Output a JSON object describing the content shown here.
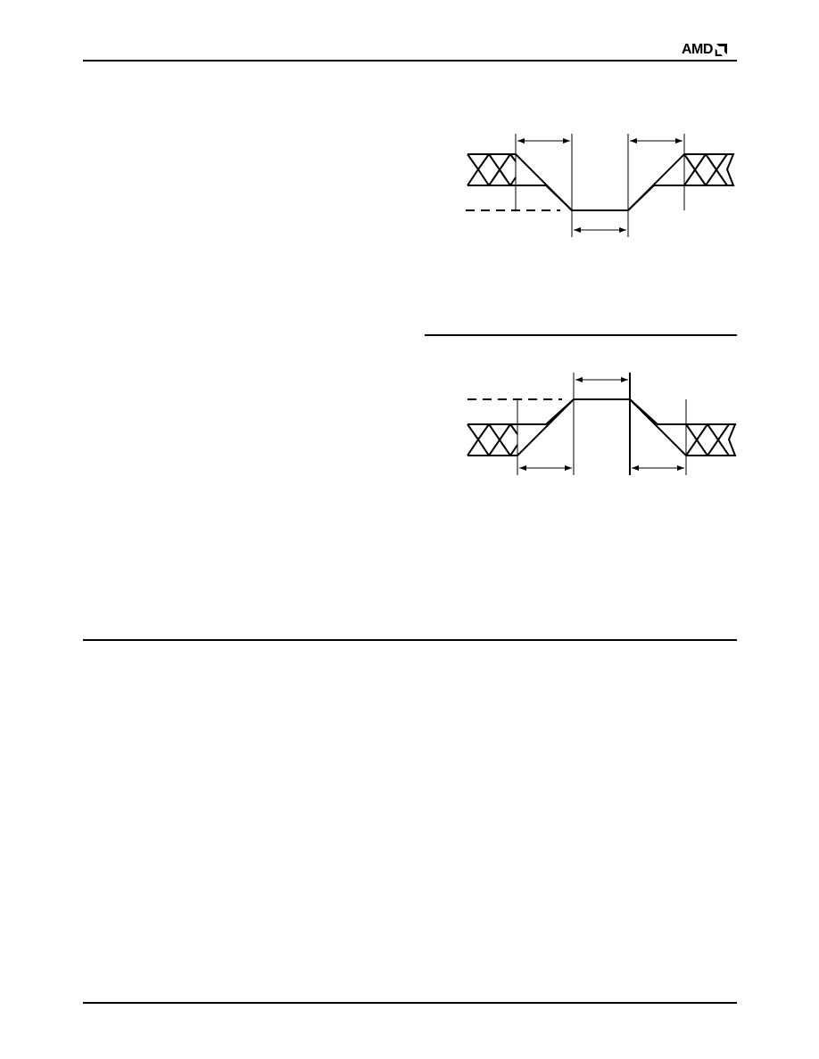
{
  "header": {
    "logo_text": "AMD",
    "logo_icon": "amd-arrow-logo-icon"
  },
  "diagrams": [
    {
      "id": "negative-pulse-waveform",
      "description_hidden": false,
      "icons": [
        "dimension-arrow-icon"
      ]
    },
    {
      "id": "positive-pulse-waveform",
      "icons": [
        "dimension-arrow-icon"
      ]
    }
  ],
  "colors": {
    "ink": "#000000",
    "paper": "#ffffff"
  }
}
